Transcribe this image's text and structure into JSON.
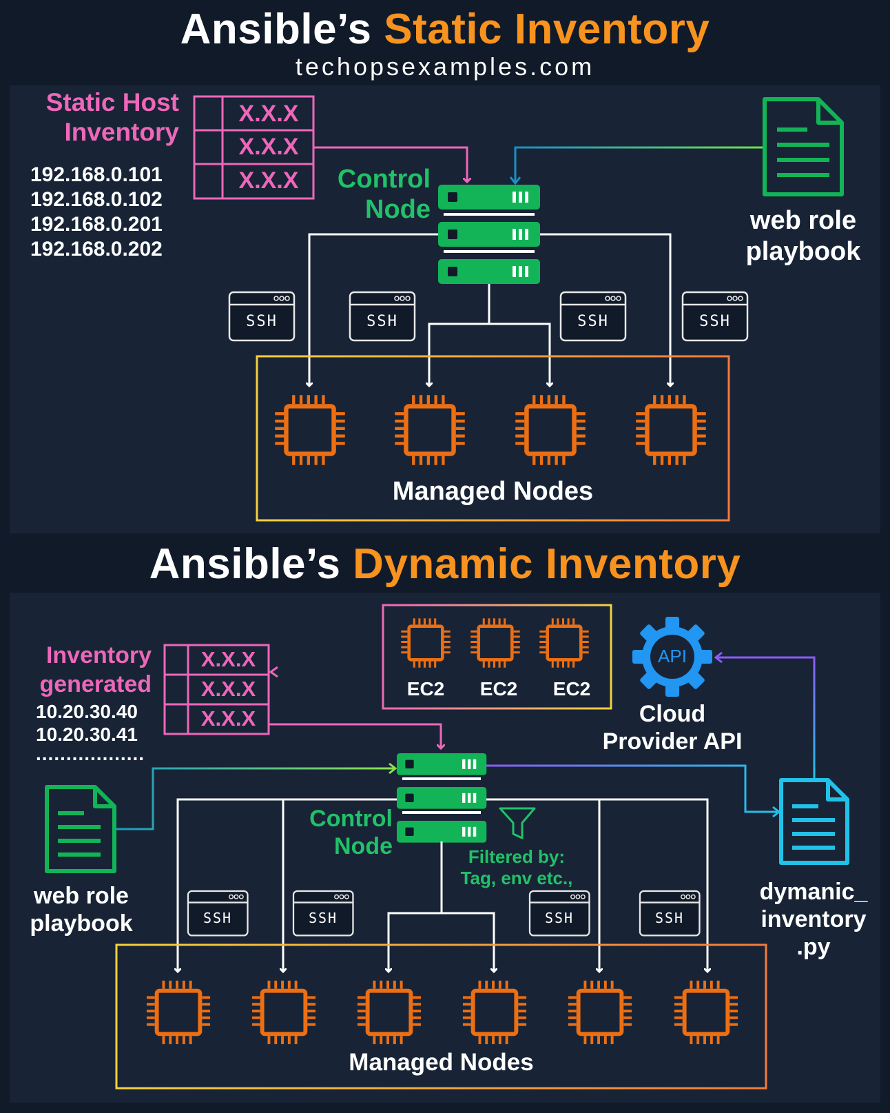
{
  "header": {
    "title_prefix": "Ansible’s ",
    "title_highlight": "Static Inventory",
    "site": "techopsexamples.com"
  },
  "static": {
    "inventory_title_line1": "Static Host",
    "inventory_title_line2": "Inventory",
    "ips": [
      "192.168.0.101",
      "192.168.0.102",
      "192.168.0.201",
      "192.168.0.202"
    ],
    "table_cells": [
      "X.X.X",
      "X.X.X",
      "X.X.X"
    ],
    "control_node_line1": "Control",
    "control_node_line2": "Node",
    "playbook_line1": "web role",
    "playbook_line2": "playbook",
    "ssh_label": "SSH",
    "managed_nodes": "Managed Nodes"
  },
  "dynamic": {
    "title_prefix": "Ansible’s ",
    "title_highlight": "Dynamic Inventory",
    "inventory_title_line1": "Inventory",
    "inventory_title_line2": "generated",
    "ips": [
      "10.20.30.40",
      "10.20.30.41"
    ],
    "ellipsis": "..................",
    "table_cells": [
      "X.X.X",
      "X.X.X",
      "X.X.X"
    ],
    "ec2_labels": [
      "EC2",
      "EC2",
      "EC2"
    ],
    "api_icon_text": "API",
    "cloud_line1": "Cloud",
    "cloud_line2": "Provider API",
    "control_node_line1": "Control",
    "control_node_line2": "Node",
    "filter_line1": "Filtered by:",
    "filter_line2": "Tag, env etc.,",
    "playbook_line1": "web role",
    "playbook_line2": "playbook",
    "script_line1": "dymanic_",
    "script_line2": "inventory",
    "script_line3": ".py",
    "ssh_label": "SSH",
    "managed_nodes": "Managed Nodes"
  },
  "colors": {
    "background": "#111a29",
    "panel": "#182436",
    "accent_orange": "#f7931e",
    "pink": "#ee67b9",
    "green": "#22c169",
    "blue": "#2196f3",
    "chip": "#ec6f14"
  },
  "icons": [
    "server-rack-icon",
    "document-icon",
    "chip-icon",
    "terminal-window-icon",
    "gear-icon",
    "funnel-icon"
  ]
}
